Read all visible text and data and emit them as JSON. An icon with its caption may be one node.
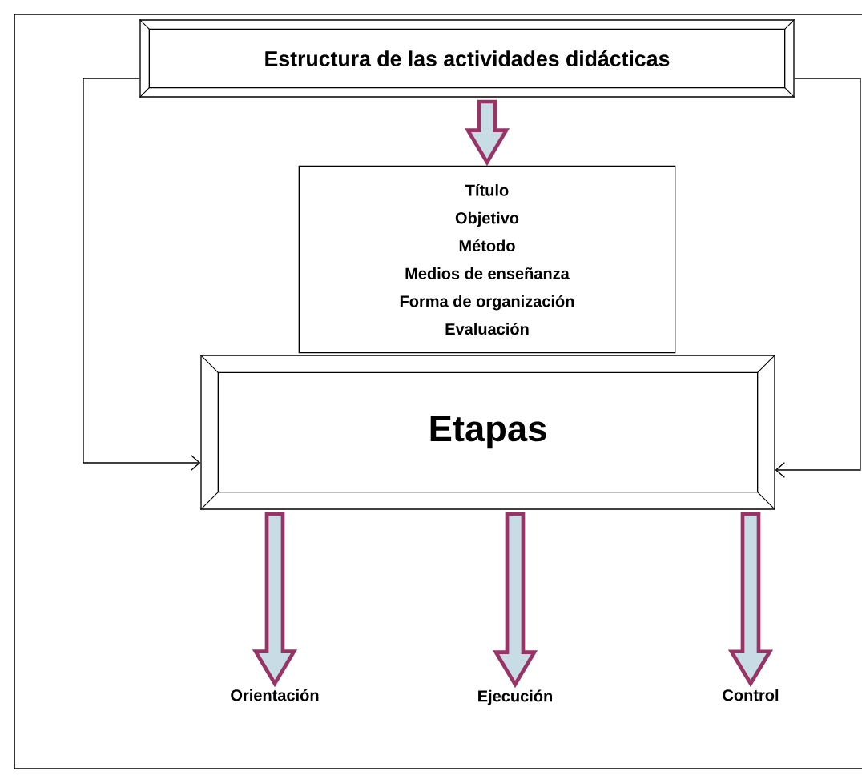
{
  "diagram": {
    "nodes": [
      {
        "text": [
          "Estructura de las  actividades didácticas"
        ]
      },
      {
        "text": [
          "Título",
          "Objetivo",
          "Método",
          "Medios de enseñanza",
          "Forma de organización",
          "Evaluación"
        ]
      },
      {
        "text": [
          "Etapas"
        ]
      },
      {
        "text": [
          "Orientación"
        ]
      },
      {
        "text": [
          "Ejecución"
        ]
      },
      {
        "text": [
          "Control"
        ]
      }
    ],
    "edges": [
      {
        "from": 0,
        "to": 1,
        "arrow": "to",
        "style": "thick",
        "color": "#993366"
      },
      {
        "from": 0,
        "to": 2,
        "arrow": "to"
      },
      {
        "from": 0,
        "to": 2,
        "arrow": "to"
      },
      {
        "from": 2,
        "to": 3,
        "arrow": "to",
        "style": "thick",
        "color": "#993366"
      },
      {
        "from": 2,
        "to": 4,
        "arrow": "to",
        "style": "thick",
        "color": "#993366"
      },
      {
        "from": 2,
        "to": 5,
        "arrow": "to",
        "style": "thick",
        "color": "#993366"
      }
    ]
  }
}
